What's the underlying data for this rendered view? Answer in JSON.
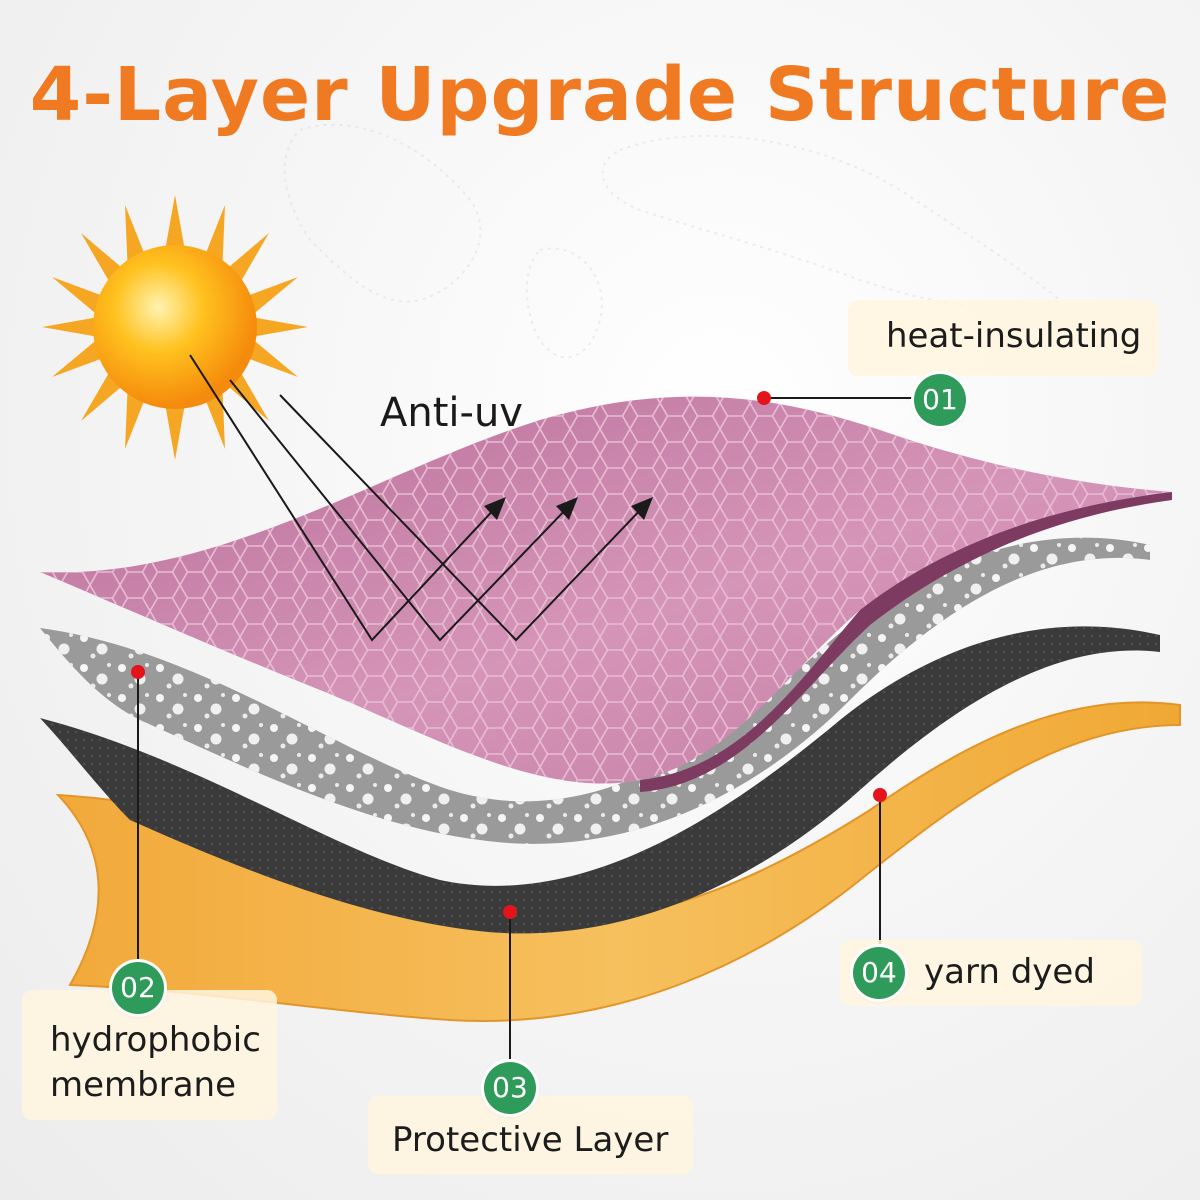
{
  "title": "4-Layer Upgrade Structure",
  "annotation": "Anti-uv",
  "layers": [
    {
      "number": "01",
      "label": "heat-insulating"
    },
    {
      "number": "02",
      "label_line1": "hydrophobic",
      "label_line2": "membrane"
    },
    {
      "number": "03",
      "label": "Protective Layer"
    },
    {
      "number": "04",
      "label": "yarn dyed"
    }
  ],
  "colors": {
    "title": "#f07a22",
    "badge": "#2e9b5a",
    "layer_pink": "#c77fa6",
    "layer_gray": "#9a9a9a",
    "layer_dark": "#3a3a3a",
    "layer_orange": "#f3b24c",
    "marker": "#e3151b"
  },
  "icons": [
    "sun-icon",
    "arrow-up-right-icon"
  ]
}
